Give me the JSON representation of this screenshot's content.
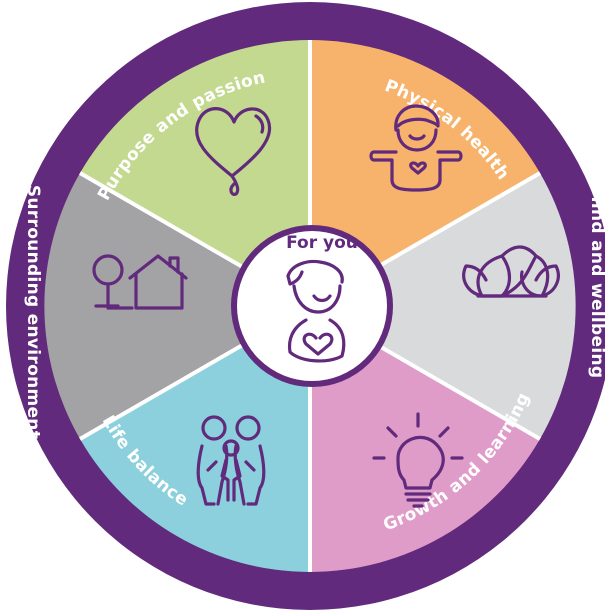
{
  "center": {
    "label": "For you",
    "icon": "person-with-heart-icon"
  },
  "segments": [
    {
      "id": "purpose",
      "label": "Purpose and passion",
      "color": "#c2d98f",
      "icon": "heart-icon"
    },
    {
      "id": "physical",
      "label": "Physical health",
      "color": "#f7b36b",
      "icon": "person-heart-icon"
    },
    {
      "id": "mind",
      "label": "Mind and wellbeing",
      "color": "#d9dadb",
      "icon": "lotus-icon"
    },
    {
      "id": "growth",
      "label": "Growth and learning",
      "color": "#df9cc9",
      "icon": "lightbulb-icon"
    },
    {
      "id": "life",
      "label": "Life balance",
      "color": "#8bd0dc",
      "icon": "family-icon"
    },
    {
      "id": "environment",
      "label": "Surrounding environment",
      "color": "#a3a2a5",
      "icon": "house-tree-icon"
    }
  ],
  "colors": {
    "ring": "#612a7c",
    "center_fill": "#ffffff",
    "divider": "#ffffff"
  }
}
